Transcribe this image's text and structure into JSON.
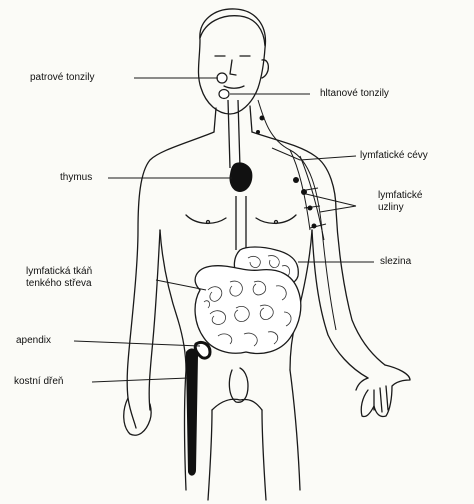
{
  "labels": {
    "patrove_tonzily": "patrové tonzily",
    "hltanove_tonzily": "hltanové tonzily",
    "lymfaticke_cevy": "lymfatické cévy",
    "thymus": "thymus",
    "lymfaticke_uzliny_line1": "lymfatické",
    "lymfaticke_uzliny_line2": "uzliny",
    "slezina": "slezina",
    "lymfaticka_tkan_line1": "lymfatická tkáň",
    "lymfaticka_tkan_line2": "tenkého střeva",
    "apendix": "apendix",
    "kostni_dren": "kostní dřeň"
  },
  "colors": {
    "line": "#1a1a1a",
    "organ_fill": "#111111",
    "background": "#fbfbf7"
  }
}
